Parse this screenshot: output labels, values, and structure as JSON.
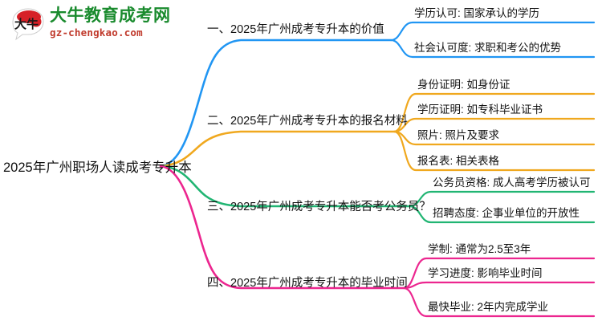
{
  "logo": {
    "mark_text": "大牛",
    "title": "大牛教育成考网",
    "subtitle": "gz-chengkao.com",
    "title_color": "#1a8b2e",
    "subtitle_color": "#c0392b",
    "mark_color": "#d62027"
  },
  "mindmap": {
    "root": {
      "label": "2025年广州职场人读成考专升本"
    },
    "branches": [
      {
        "label": "一、2025年广州成考专升本的价值",
        "color": "#2196f3",
        "leaves": [
          "学历认可: 国家承认的学历",
          "社会认可度: 求职和考公的优势"
        ]
      },
      {
        "label": "二、2025年广州成考专升本的报名材料",
        "color": "#f0a81e",
        "leaves": [
          "身份证明: 如身份证",
          "学历证明: 如专科毕业证书",
          "照片: 照片及要求",
          "报名表: 相关表格"
        ]
      },
      {
        "label": "三、2025年广州成考专升本能否考公务员？",
        "color": "#21b573",
        "leaves": [
          "公务员资格: 成人高考学历被认可",
          "招聘态度: 企事业单位的开放性"
        ]
      },
      {
        "label": "四、2025年广州成考专升本的毕业时间",
        "color": "#ec268f",
        "leaves": [
          "学制: 通常为2.5至3年",
          "学习进度: 影响毕业时间",
          "最快毕业: 2年内完成学业"
        ]
      }
    ]
  }
}
